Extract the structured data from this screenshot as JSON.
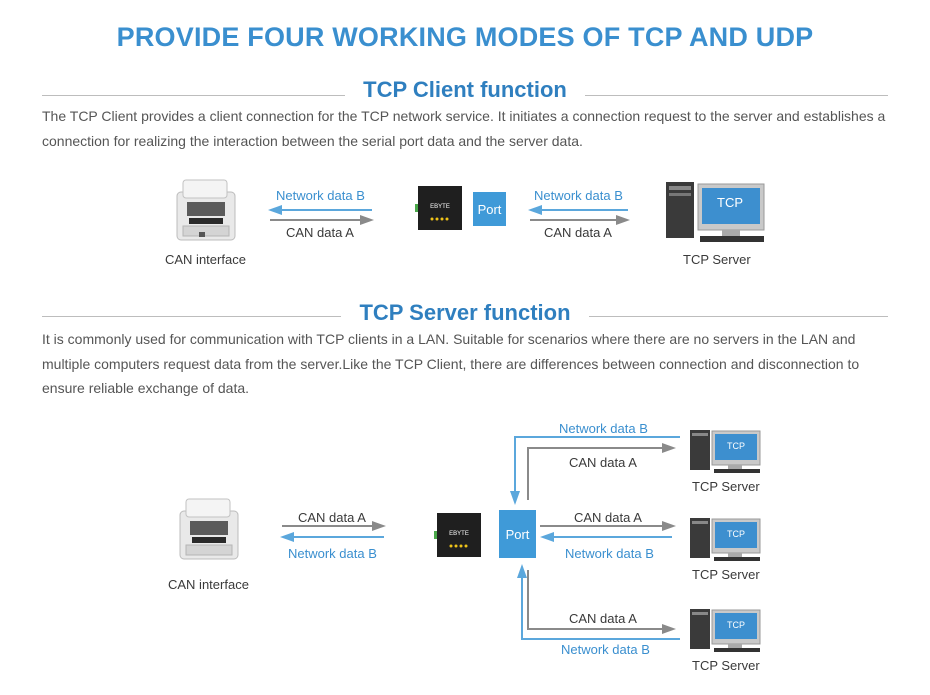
{
  "title": "PROVIDE FOUR WORKING MODES OF TCP AND UDP",
  "client": {
    "heading": "TCP Client function",
    "description": "The TCP Client provides a client connection for the TCP network service. It initiates a connection request to the server and establishes a connection for realizing the interaction between the serial port data and the server data.",
    "device_caption": "CAN interface",
    "server_caption": "TCP Server",
    "port_label": "Port",
    "server_screen_label": "TCP",
    "left_top_label": "Network data B",
    "left_bottom_label": "CAN data A",
    "right_top_label": "Network data B",
    "right_bottom_label": "CAN data A"
  },
  "server": {
    "heading": "TCP Server function",
    "description": "It is commonly used for communication with TCP clients in a LAN. Suitable for scenarios where there are no servers in the LAN and multiple computers request data from the server.Like the TCP Client, there are differences between connection and disconnection to ensure reliable exchange of data.",
    "device_caption": "CAN interface",
    "port_label": "Port",
    "left_top_label": "CAN data A",
    "left_bottom_label": "Network data B",
    "branches": [
      {
        "top_label": "Network data B",
        "bottom_label": "CAN data A",
        "caption": "TCP Server",
        "screen": "TCP"
      },
      {
        "top_label": "CAN data A",
        "bottom_label": "Network data B",
        "caption": "TCP Server",
        "screen": "TCP"
      },
      {
        "top_label": "CAN data A",
        "bottom_label": "Network data B",
        "caption": "TCP Server",
        "screen": "TCP"
      }
    ]
  },
  "colors": {
    "accent": "#3a8fcf",
    "port": "#3f9ad8",
    "arrow_blue": "#5ba7dc",
    "arrow_gray": "#8a8a8a"
  }
}
